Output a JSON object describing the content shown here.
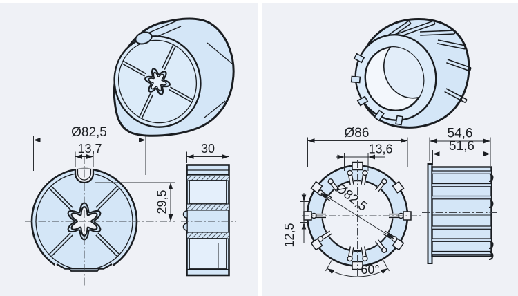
{
  "colors": {
    "panel_bg": "#eff1f6",
    "part_fill": "#d4e6f7",
    "part_fill_light": "#e4effb",
    "hole_fill": "#eef1f7",
    "outline": "#1a1d21",
    "dimension": "#2a2d31"
  },
  "left": {
    "dims": {
      "outer_diameter": "Ø82,5",
      "notch_width": "13,7",
      "notch_depth": "29,5",
      "thickness": "30"
    }
  },
  "right": {
    "dims": {
      "outer_diameter": "Ø86",
      "tab_width": "13,6",
      "bore_diameter": "Ø82,5",
      "slot_pitch": "12,5",
      "angle": "60°",
      "overall_depth": "54,6",
      "body_depth": "51,6"
    }
  }
}
